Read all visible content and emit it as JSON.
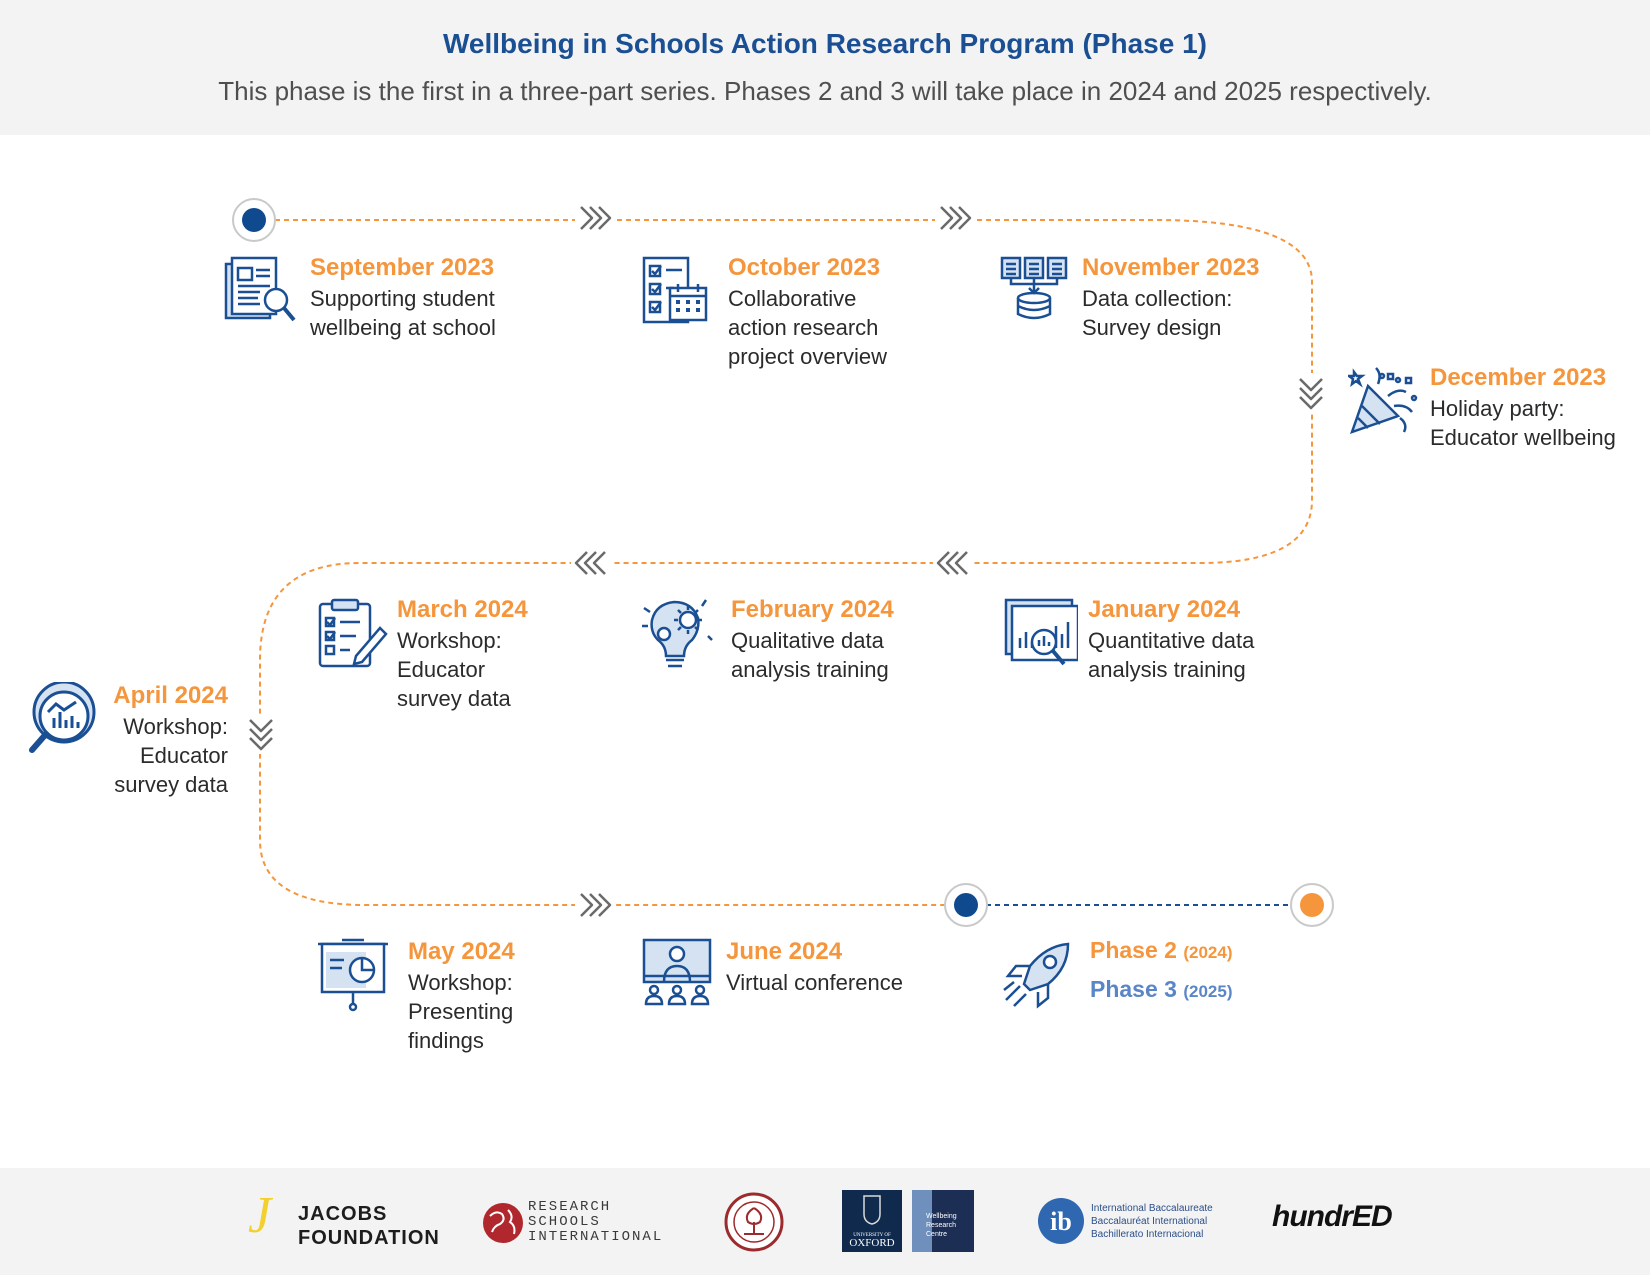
{
  "header": {
    "title": "Wellbeing in Schools Action Research Program (Phase 1)",
    "subtitle": "This phase is the first in a three-part series. Phases 2 and 3 will take place in 2024 and 2025 respectively."
  },
  "colors": {
    "accent_orange": "#f5953c",
    "brand_blue": "#1b4f93",
    "phase3_blue": "#5a86c7",
    "header_bg": "#f3f3f3"
  },
  "milestones": [
    {
      "date": "September 2023",
      "description": "Supporting student\nwellbeing at school",
      "icon": "document-search-icon"
    },
    {
      "date": "October 2023",
      "description": "Collaborative\naction research\nproject overview",
      "icon": "checklist-calendar-icon"
    },
    {
      "date": "November 2023",
      "description": "Data collection:\nSurvey design",
      "icon": "database-icon"
    },
    {
      "date": "December 2023",
      "description": "Holiday party:\nEducator wellbeing",
      "icon": "party-popper-icon"
    },
    {
      "date": "January 2024",
      "description": "Quantitative data\nanalysis training",
      "icon": "data-analysis-icon"
    },
    {
      "date": "February 2024",
      "description": "Qualitative data\nanalysis training",
      "icon": "lightbulb-gear-icon"
    },
    {
      "date": "March 2024",
      "description": "Workshop:\nEducator\nsurvey data",
      "icon": "clipboard-checklist-icon"
    },
    {
      "date": "April 2024",
      "description": "Workshop:\nEducator\nsurvey data",
      "icon": "magnifier-chart-icon"
    },
    {
      "date": "May 2024",
      "description": "Workshop:\nPresenting\nfindings",
      "icon": "presentation-board-icon"
    },
    {
      "date": "June 2024",
      "description": "Virtual conference",
      "icon": "video-conference-icon"
    }
  ],
  "phases": {
    "icon": "rocket-icon",
    "phase2": {
      "label": "Phase 2",
      "year": "(2024)"
    },
    "phase3": {
      "label": "Phase 3",
      "year": "(2025)"
    }
  },
  "footer": {
    "logos": [
      {
        "name": "jacobs-foundation-logo",
        "text": "JACOBS\nFOUNDATION"
      },
      {
        "name": "research-schools-international-logo",
        "text": "RESEARCH\nSCHOOLS\nINTERNATIONAL"
      },
      {
        "name": "university-seal-logo"
      },
      {
        "name": "university-of-oxford-logo",
        "text": "UNIVERSITY OF\nOXFORD"
      },
      {
        "name": "wellbeing-research-centre-logo",
        "text": "Wellbeing\nResearch\nCentre"
      },
      {
        "name": "international-baccalaureate-logo",
        "text": "International Baccalaureate\nBaccalauréat International\nBachillerato Internacional"
      },
      {
        "name": "hundred-logo",
        "text": "hundrED"
      }
    ]
  }
}
